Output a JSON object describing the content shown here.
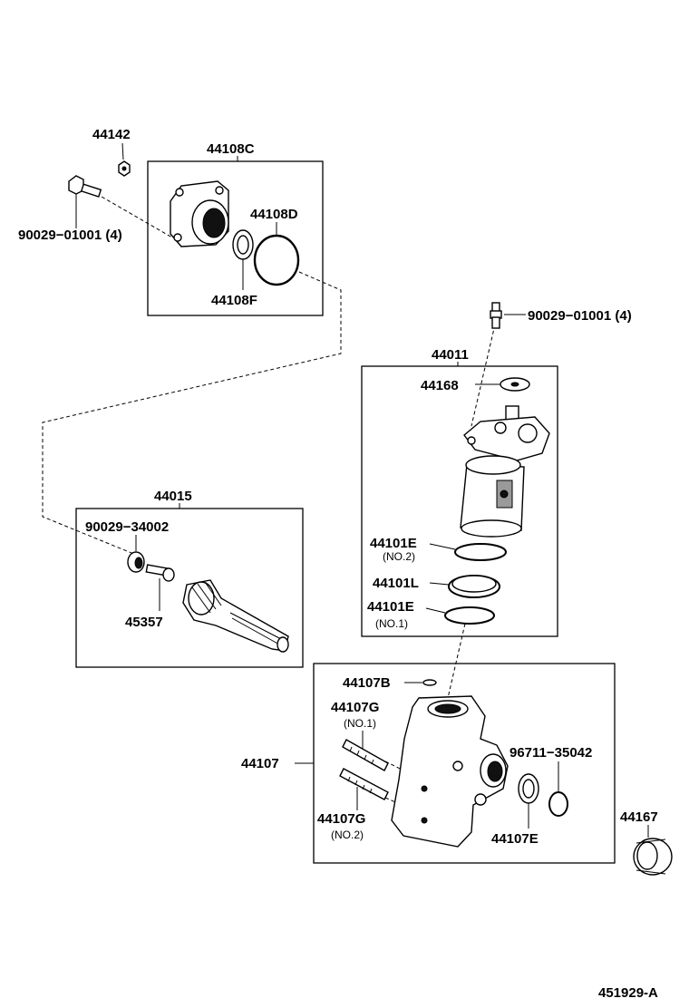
{
  "diagram": {
    "reference_code": "451929-A",
    "groups": [
      {
        "id": "44108C",
        "label": "44108C"
      },
      {
        "id": "44011",
        "label": "44011"
      },
      {
        "id": "44015",
        "label": "44015"
      },
      {
        "id": "44107",
        "label": "44107"
      }
    ],
    "parts": {
      "p44142": "44142",
      "p90029_01001_left": "90029−01001 (4)",
      "p44108D": "44108D",
      "p44108F": "44108F",
      "p90029_01001_right": "90029−01001 (4)",
      "p44168": "44168",
      "p44101E_no2": "44101E",
      "p44101E_no2_note": "(NO.2)",
      "p44101L": "44101L",
      "p44101E_no1": "44101E",
      "p44101E_no1_note": "(NO.1)",
      "p90029_34002": "90029−34002",
      "p45357": "45357",
      "p44107B": "44107B",
      "p44107G_no1": "44107G",
      "p44107G_no1_note": "(NO.1)",
      "p44107G_no2": "44107G",
      "p44107G_no2_note": "(NO.2)",
      "p96711_35042": "96711−35042",
      "p44107E": "44107E",
      "p44167": "44167"
    }
  }
}
